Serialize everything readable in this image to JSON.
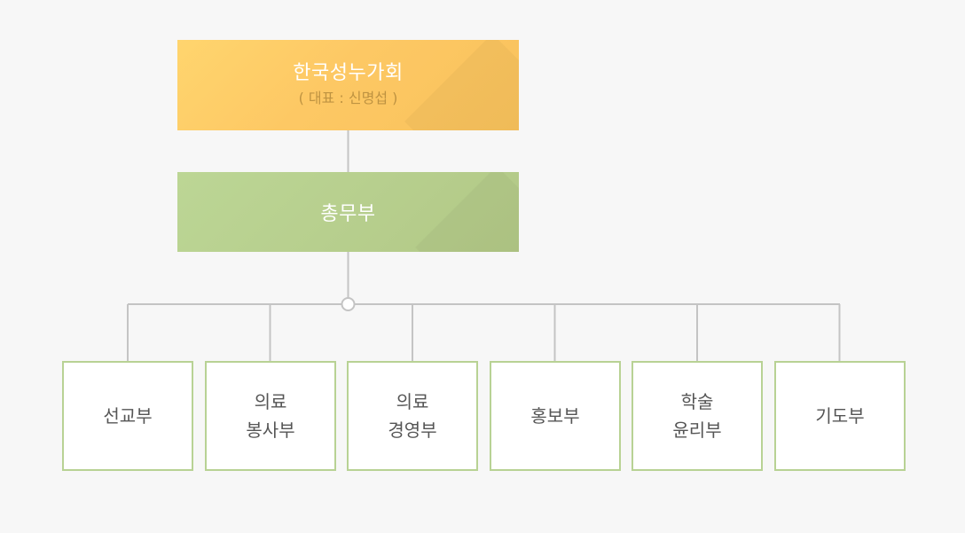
{
  "organization": {
    "name": "한국성누가회",
    "representative": "( 대표 : 신명섭 )"
  },
  "general_affairs": {
    "name": "총무부"
  },
  "departments": [
    {
      "label": "선교부"
    },
    {
      "label": "의료\n봉사부"
    },
    {
      "label": "의료\n경영부"
    },
    {
      "label": "홍보부"
    },
    {
      "label": "학술\n윤리부"
    },
    {
      "label": "기도부"
    }
  ],
  "colors": {
    "background": "#f7f7f7",
    "top_box": "#fdc864",
    "mid_box": "#b7cf8e",
    "dept_border": "#b8d294",
    "connector": "#c4c4c4"
  }
}
